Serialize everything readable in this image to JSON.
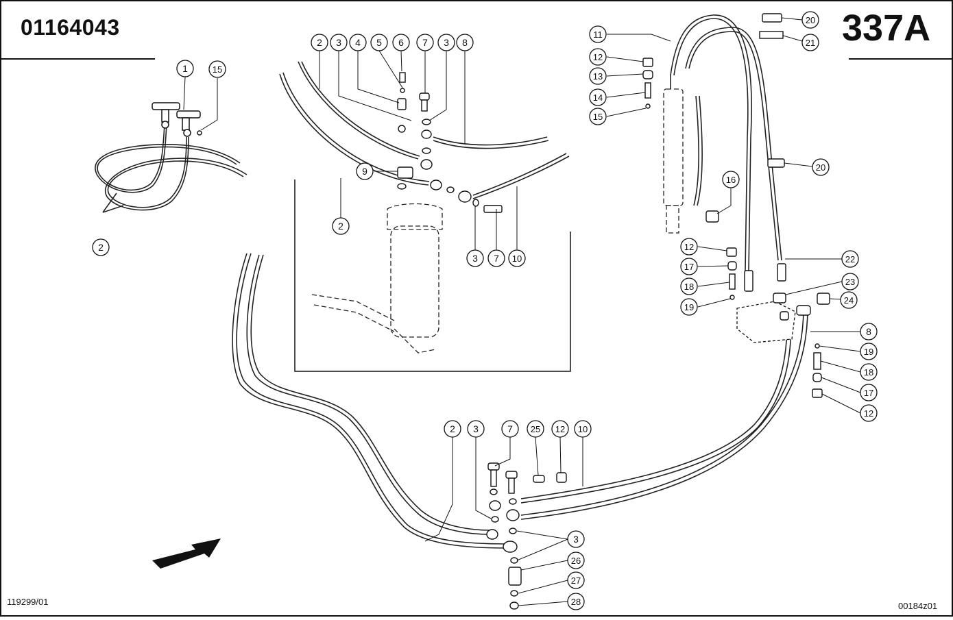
{
  "header": {
    "doc_number": "01164043",
    "page_code": "337A"
  },
  "footer": {
    "left_code": "119299/01",
    "right_code": "00184z01"
  },
  "callouts": {
    "top_left": [
      "1",
      "15",
      "2"
    ],
    "inset_top": [
      "2",
      "3",
      "4",
      "5",
      "6",
      "7",
      "3",
      "8"
    ],
    "inset_side": [
      "9",
      "2"
    ],
    "inset_bottom": [
      "3",
      "7",
      "10"
    ],
    "right_upper": [
      "11",
      "12",
      "13",
      "14",
      "15",
      "20",
      "21",
      "20",
      "16"
    ],
    "right_middle": [
      "12",
      "17",
      "18",
      "19",
      "22",
      "23",
      "24"
    ],
    "right_lower": [
      "8",
      "19",
      "18",
      "17",
      "12"
    ],
    "bottom": [
      "2",
      "3",
      "7",
      "25",
      "12",
      "10",
      "3",
      "26",
      "27",
      "28"
    ]
  }
}
